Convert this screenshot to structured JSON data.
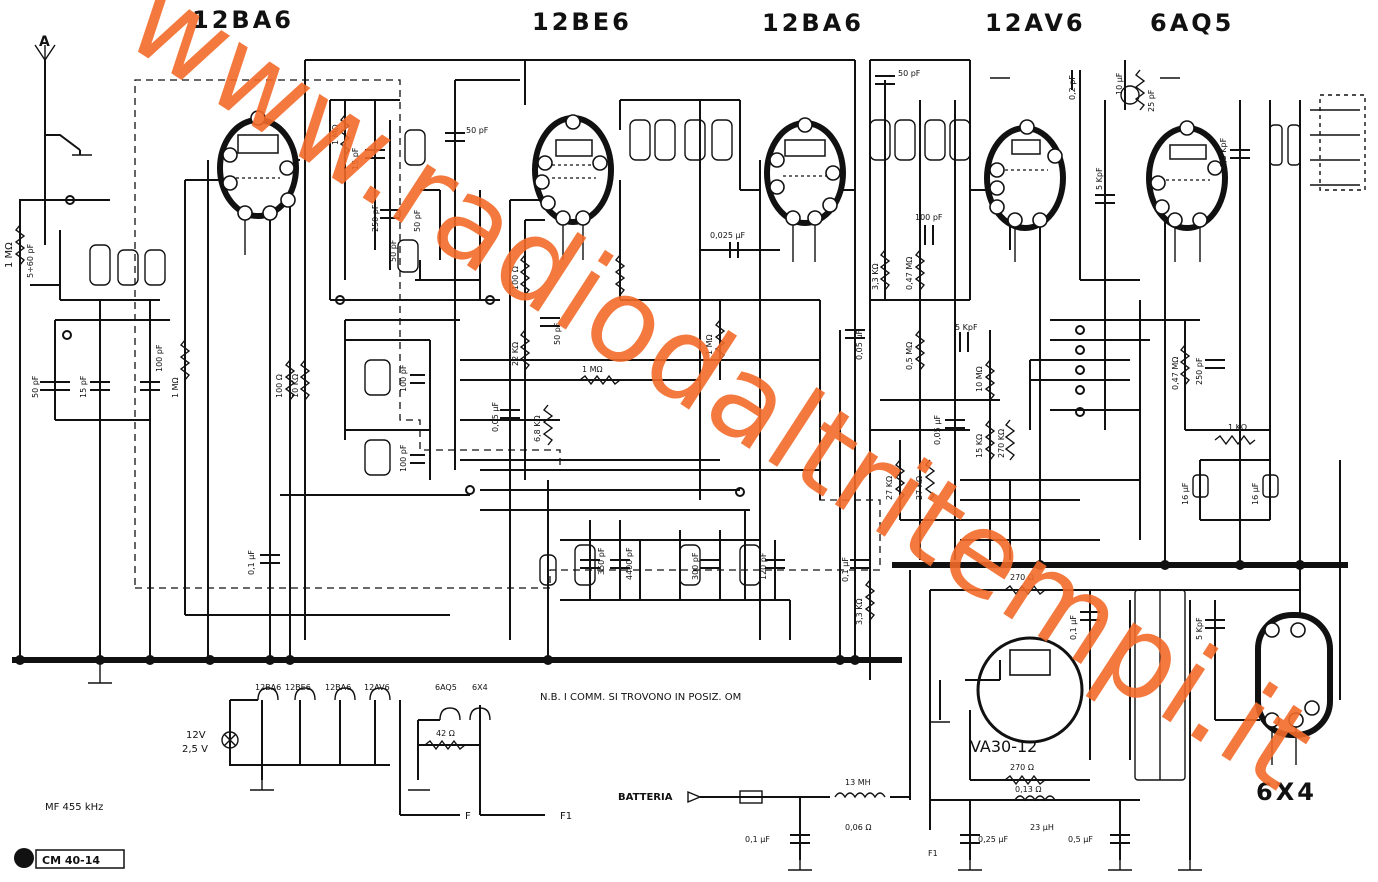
{
  "tubes": {
    "v1": "12BA6",
    "v2": "12BE6",
    "v3": "12BA6",
    "v4": "12AV6",
    "v5": "6AQ5",
    "v6": "6X4",
    "v6_label": "6X4"
  },
  "antenna": "A",
  "components": {
    "r_1m_ant": "1 MΩ",
    "c_5_60": "5÷60 pF",
    "c_50pf_a": "50 pF",
    "c_15pf_a": "15 pF",
    "c_100pf_a": "100 pF",
    "r_1m_b": "1 MΩ",
    "r_1m_c": "1 MΩ",
    "c_15pf_b": "15 pF",
    "c_250pf": "250 pF",
    "c_50pf_b": "50 pF",
    "c_50pf_c": "50 pF",
    "c_50pf_top": "50 pF",
    "c_50pf_top2": "50 pF",
    "r_100": "100 Ω",
    "r_10k": "10 KΩ",
    "c_100pf_b": "100 pF",
    "c_100pf_c": "100 pF",
    "c_01uf_a": "0,1 µF",
    "r_100k": "100 Ω",
    "r_22k": "22 KΩ",
    "c_50pf_d": "50 pF",
    "c_005": "0,05 µF",
    "r_68k": "6,8 KΩ",
    "r_1m_d": "1 MΩ",
    "r_1m_e": "1 MΩ",
    "c_0025": "0,025 µF",
    "c_350": "350 pF",
    "c_4400": "4400 pF",
    "c_300": "300 pF",
    "c_120": "120 pF",
    "c_005_b": "0,05 µF",
    "r_33k_a": "3,3 KΩ",
    "r_047": "0,47 MΩ",
    "c_100pf_d": "100 pF",
    "r_05m": "0,5 MΩ",
    "c_5kpf": "5 KpF",
    "r_10m": "10 MΩ",
    "c_005_c": "0,05 µF",
    "r_15k": "15 KΩ",
    "r_270k": "270 KΩ",
    "r_27k_a": "27 KΩ",
    "r_27k_b": "27 KΩ",
    "c_01uf_b": "0,1 µF",
    "r_33k_b": "3,3 KΩ",
    "c_5kpf_b": "5 KpF",
    "c_10uf": "10 µF",
    "c_25": "25 pF",
    "c_63kpf": "6,3 KpF",
    "r_047_b": "0,47 MΩ",
    "c_250_b": "250 pF",
    "r_1k": "1 KΩ",
    "c_16_a": "16 µF",
    "c_16_b": "16 µF",
    "r_270_a": "270 Ω",
    "r_270_b": "270 Ω",
    "c_01uf_c": "0,1 µF",
    "c_5kpf_c": "5 KpF",
    "c_02": "0,2 pF"
  },
  "vibrator": "VA30-12",
  "note": "N.B.  I COMM. SI TROVONO  IN  POSIZ.  OM",
  "heater": {
    "tubes": [
      "12BA6",
      "12BE6",
      "12BA6",
      "12AV6"
    ],
    "out_tubes": [
      "6AQ5",
      "6X4"
    ],
    "voltage": "12V",
    "lamp": "2,5 V",
    "r_42": "42 Ω",
    "f": "F",
    "f1": "F1"
  },
  "power": {
    "batteria": "BATTERIA",
    "l_13mh": "13 MH",
    "l_006": "0,06 Ω",
    "c_01": "0,1 µF",
    "f1": "F1",
    "c_025": "0,25 µF",
    "l_013": "0,13 Ω",
    "l_23": "23 µH",
    "c_05": "0,5 µF"
  },
  "mf": "MF 455 kHz",
  "model": "CM 40-14",
  "watermark": "www.radiodaltritempi.it"
}
